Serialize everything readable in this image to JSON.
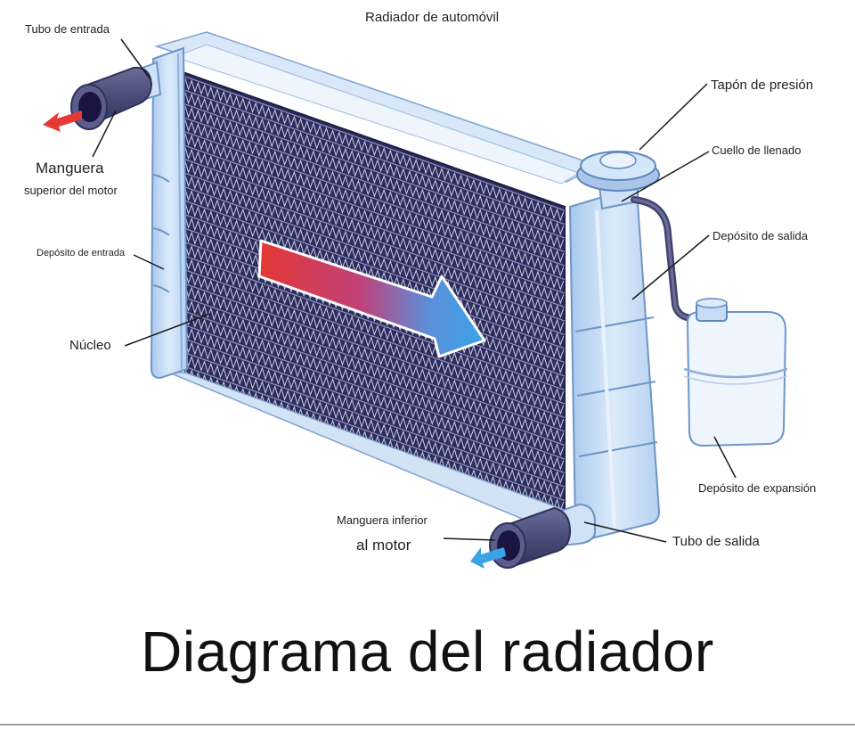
{
  "diagram": {
    "title": "Radiador de automóvil",
    "caption": "Diagrama del radiador",
    "labels": {
      "inlet_pipe": "Tubo de entrada",
      "upper_hose_line1": "Manguera",
      "upper_hose_line2": "superior del motor",
      "inlet_tank": "Depósito de entrada",
      "core": "Núcleo",
      "pressure_cap": "Tapón de presión",
      "filler_neck": "Cuello de llenado",
      "outlet_tank": "Depósito de salida",
      "expansion_tank": "Depósito de expansión",
      "lower_hose_line1": "Manguera inferior",
      "lower_hose_line2": "al motor",
      "outlet_pipe": "Tubo de salida"
    },
    "colors": {
      "core": "#2d2d5c",
      "fin": "#c9cbe6",
      "tank": "#cfe2f7",
      "tank_edge": "#7fa3cf",
      "hose": "#474a73",
      "hot_flow": "#e53935",
      "cold_flow": "#3aa3e8"
    }
  }
}
